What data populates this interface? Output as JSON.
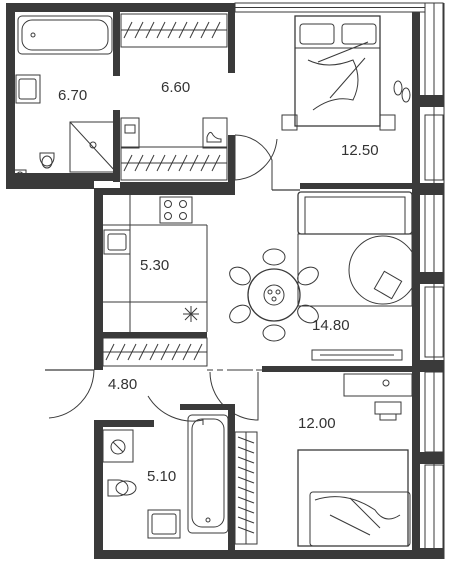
{
  "rooms": [
    {
      "name": "bathroom-1",
      "area": "6.70"
    },
    {
      "name": "dressing-room",
      "area": "6.60"
    },
    {
      "name": "bedroom-1",
      "area": "12.50"
    },
    {
      "name": "kitchen",
      "area": "5.30"
    },
    {
      "name": "living-room",
      "area": "14.80"
    },
    {
      "name": "hallway",
      "area": "4.80"
    },
    {
      "name": "bedroom-2",
      "area": "12.00"
    },
    {
      "name": "bathroom-2",
      "area": "5.10"
    }
  ]
}
